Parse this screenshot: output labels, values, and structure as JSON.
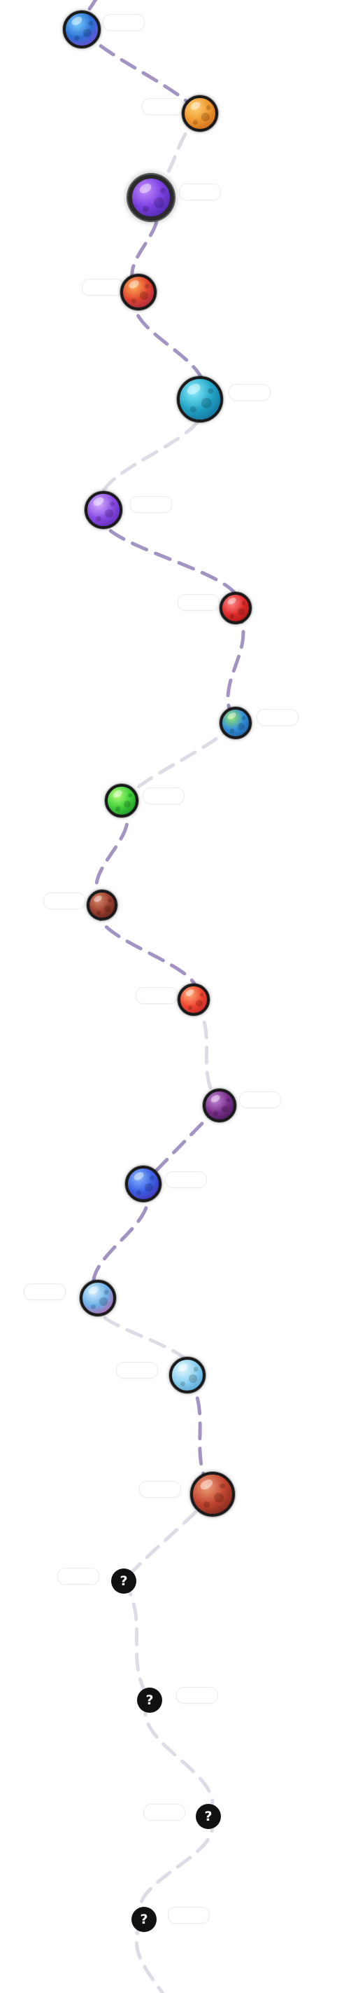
{
  "app": {
    "screen": "level-map"
  },
  "colors": {
    "trail_done": "#a392c4",
    "trail_todo": "#dcdce6",
    "locked_fill": "#111111"
  },
  "levels": [
    {
      "name": "level-1-planet",
      "state": "completed",
      "colors": [
        "#7ad0ff",
        "#2d6fd6",
        "#8a3fd1"
      ],
      "label": ""
    },
    {
      "name": "level-2-planet",
      "state": "completed",
      "colors": [
        "#ffd37a",
        "#f0962b",
        "#b8581c"
      ],
      "label": ""
    },
    {
      "name": "level-3-planet",
      "state": "current",
      "colors": [
        "#c48cff",
        "#7a3fe0",
        "#3a1d8f"
      ],
      "label": ""
    },
    {
      "name": "level-4-planet",
      "state": "completed",
      "colors": [
        "#ffb15a",
        "#e0452e",
        "#8c1c4a"
      ],
      "label": ""
    },
    {
      "name": "level-5-planet",
      "state": "completed",
      "colors": [
        "#8ef0ff",
        "#22a3c6",
        "#0d5c8c"
      ],
      "label": ""
    },
    {
      "name": "level-6-planet",
      "state": "completed",
      "colors": [
        "#d7b4ff",
        "#8a4ae6",
        "#4b1f9c"
      ],
      "label": ""
    },
    {
      "name": "level-7-planet",
      "state": "completed",
      "colors": [
        "#ff8a8a",
        "#e02b2b",
        "#8c1010"
      ],
      "label": ""
    },
    {
      "name": "level-8-planet",
      "state": "completed",
      "colors": [
        "#9be86a",
        "#2f8fd8",
        "#1a4c8c"
      ],
      "label": ""
    },
    {
      "name": "level-9-planet",
      "state": "completed",
      "colors": [
        "#b6ff7a",
        "#3fcf3a",
        "#147a1f"
      ],
      "label": ""
    },
    {
      "name": "level-10-planet",
      "state": "completed",
      "colors": [
        "#d9886a",
        "#9c3f2e",
        "#4f1a16"
      ],
      "label": ""
    },
    {
      "name": "level-11-planet",
      "state": "completed",
      "colors": [
        "#ffb07a",
        "#f0452e",
        "#b01c2e"
      ],
      "label": ""
    },
    {
      "name": "level-12-planet",
      "state": "completed",
      "colors": [
        "#c28ad6",
        "#7a2f8c",
        "#3a1445"
      ],
      "label": ""
    },
    {
      "name": "level-13-planet",
      "state": "completed",
      "colors": [
        "#8ab8ff",
        "#3a5fe6",
        "#4a1f9c"
      ],
      "label": ""
    },
    {
      "name": "level-14-planet",
      "state": "completed",
      "colors": [
        "#d8f0ff",
        "#6ab0e8",
        "#d8458c"
      ],
      "label": ""
    },
    {
      "name": "level-15-planet",
      "state": "completed",
      "colors": [
        "#e6f8ff",
        "#8ad0f0",
        "#3f8fc6"
      ],
      "label": ""
    },
    {
      "name": "level-16-planet",
      "state": "completed",
      "colors": [
        "#f0a07a",
        "#c2452e",
        "#5c1a1a"
      ],
      "label": ""
    },
    {
      "name": "level-17-locked",
      "state": "locked",
      "symbol": "?",
      "label": ""
    },
    {
      "name": "level-18-locked",
      "state": "locked",
      "symbol": "?",
      "label": ""
    },
    {
      "name": "level-19-locked",
      "state": "locked",
      "symbol": "?",
      "label": ""
    },
    {
      "name": "level-20-locked",
      "state": "locked",
      "symbol": "?",
      "label": ""
    }
  ]
}
